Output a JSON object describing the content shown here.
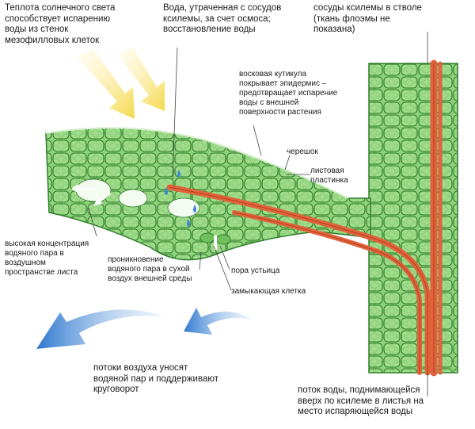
{
  "labels": {
    "sunlight": "Теплота солнечного света\nспособствует испарению\nводы из стенок\nмезофилловых клеток",
    "water_lost": "Вода, утраченная с сосудов\nксилемы, за счет осмоса;\nвосстановление воды",
    "stem_xylem": "сосуды ксилемы в стволе\n(ткань флоэмы не\nпоказана)",
    "cuticle": "восковая кутикула\nпокрывает эпидермис –\nпредотвращает испарение\nводы с внешней\nповерхности растения",
    "petiole": "черешок",
    "lamina": "листовая\nпластинка",
    "high_conc": "высокая концентрация\nводяного пара в\nвоздушном\nпространстве листа",
    "diffusion": "проникновение\nводяного пара в сухой\nвоздух внешней среды",
    "stoma_pore": "пора устьица",
    "guard_cell": "замыкающая клетка",
    "air_flow": "потоки воздуха уносят\nводяной пар и поддерживают\nкруговорот",
    "water_flow": "поток воды, поднимающейся\nвверх по ксилеме в листья на\nместо испаряющейся воды"
  },
  "colors": {
    "cell_fill": "#8fd17a",
    "cell_stroke": "#2f7d2a",
    "xylem": "#e0633b",
    "xylem_dark": "#b8401f",
    "sun_arrow": "#f6e27a",
    "air_arrow": "#3f86d6",
    "leader": "#444444"
  },
  "icons": [
    "sun-arrow-icon",
    "air-flow-arrow-icon",
    "water-droplet-icon"
  ]
}
